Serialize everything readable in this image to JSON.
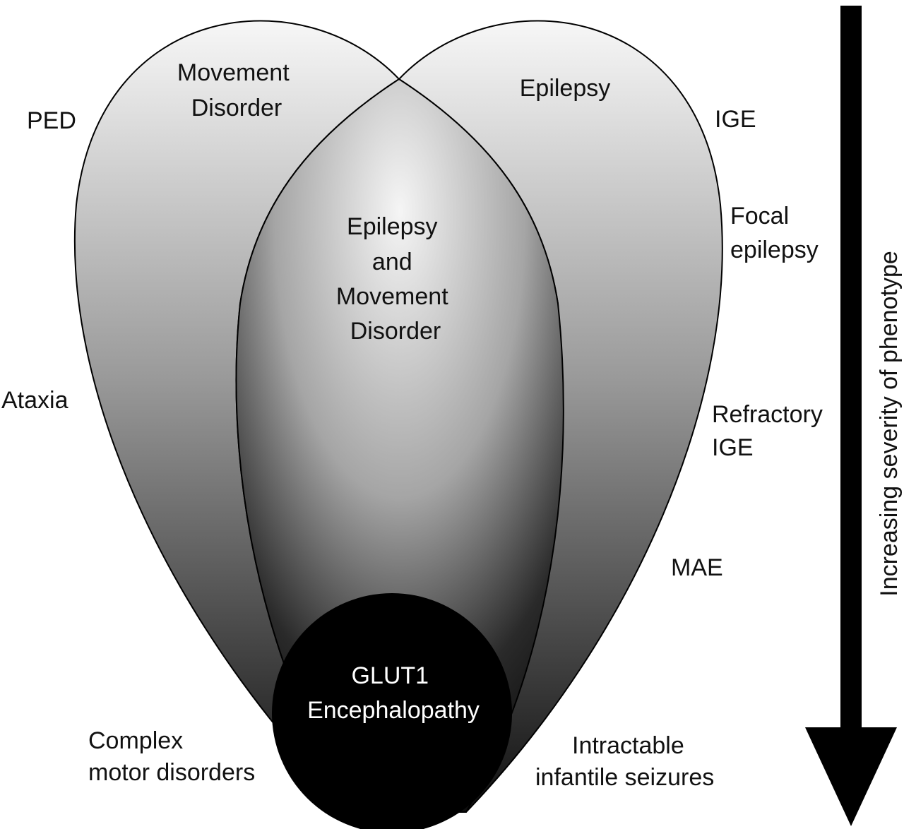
{
  "regions": {
    "movement_disorder": [
      "Movement",
      "Disorder"
    ],
    "epilepsy": [
      "Epilepsy"
    ],
    "overlap": [
      "Epilepsy",
      "and",
      "Movement",
      "Disorder"
    ],
    "glut1": [
      "GLUT1",
      "Encephalopathy"
    ]
  },
  "left_labels": {
    "ped": "PED",
    "ataxia": "Ataxia",
    "complex_motor": [
      "Complex",
      "motor disorders"
    ]
  },
  "right_labels": {
    "ige": "IGE",
    "focal": [
      "Focal",
      "epilepsy"
    ],
    "refractory": [
      "Refractory",
      "IGE"
    ],
    "mae": "MAE",
    "intractable": [
      "Intractable",
      "infantile seizures"
    ]
  },
  "severity_axis": {
    "label": "Increasing severity of phenotype",
    "direction": "down"
  },
  "colors": {
    "background": "#ffffff",
    "outline": "#000000",
    "gradient_light": "#f7f7f7",
    "gradient_dark": "#101010",
    "glut1_fill": "#000000"
  }
}
